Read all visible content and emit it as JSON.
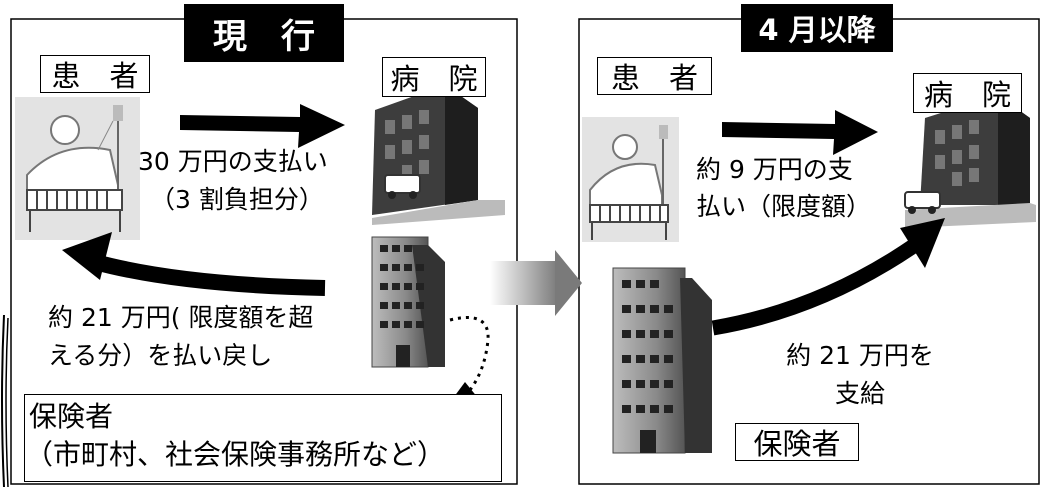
{
  "left_panel": {
    "title": "現　行",
    "patient_label": "患　者",
    "hospital_label": "病　院",
    "payment_line1": "30 万円の支払い",
    "payment_line2": "（3 割負担分）",
    "refund_line1": "約 21 万円( 限度額を超",
    "refund_line2": "える分）を払い戻し",
    "insurer_line1": "保険者",
    "insurer_line2": "（市町村、社会保険事務所など）"
  },
  "right_panel": {
    "title": "4 月以降",
    "patient_label": "患　者",
    "hospital_label": "病　院",
    "payment_line1": "約 9 万円の支",
    "payment_line2": "払い（限度額）",
    "benefit_line1": "約 21 万円を",
    "benefit_line2": "支給",
    "insurer_label": "保険者"
  }
}
